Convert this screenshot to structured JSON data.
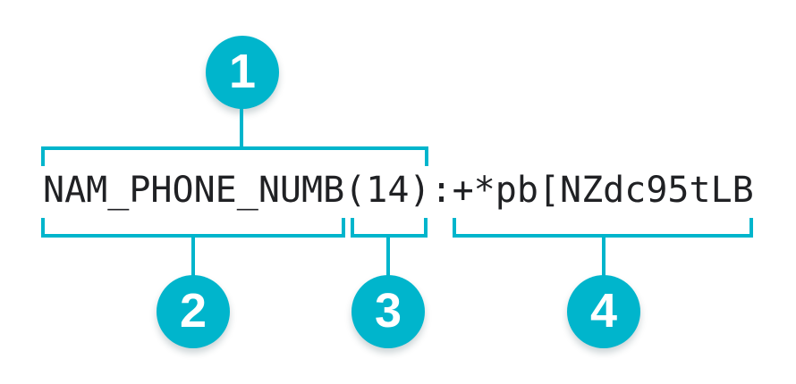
{
  "colors": {
    "accent": "#00b5cc",
    "text": "#202124",
    "badge_text": "#ffffff",
    "background": "#ffffff"
  },
  "token": {
    "full": "NAM_PHONE_NUMB(14):+*pb[NZdc95tLB",
    "name": "NAM_PHONE_NUMB",
    "length": "(14)",
    "separator": ":",
    "value": "+*pb[NZdc95tLB"
  },
  "callouts": [
    {
      "number": "1"
    },
    {
      "number": "2"
    },
    {
      "number": "3"
    },
    {
      "number": "4"
    }
  ]
}
